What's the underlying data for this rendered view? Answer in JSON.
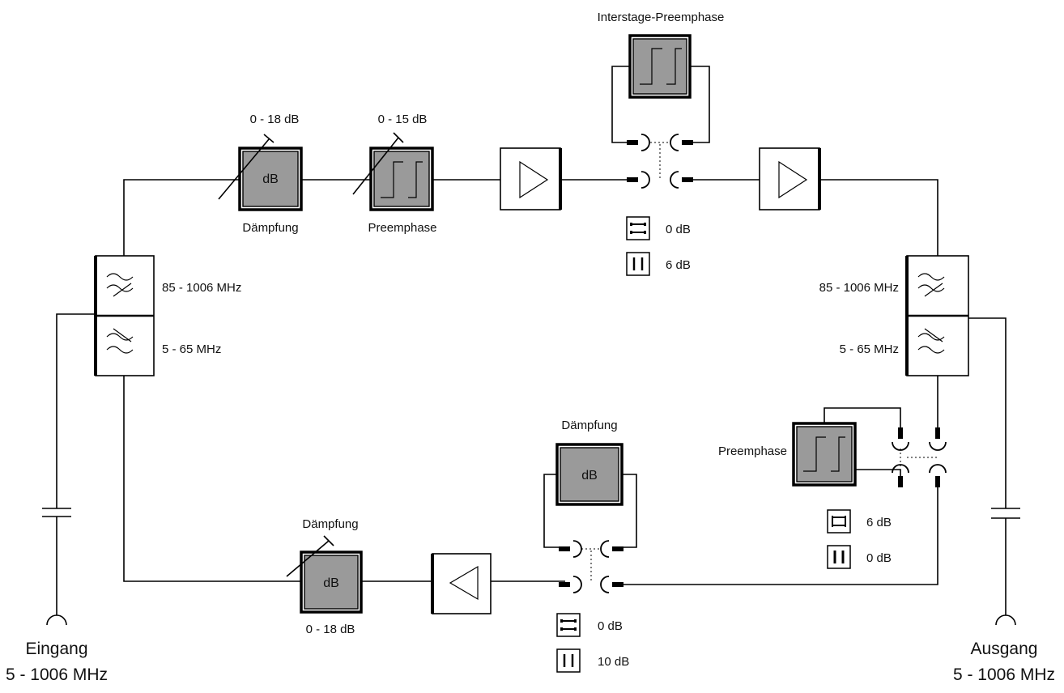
{
  "input": {
    "title": "Eingang",
    "range": "5 - 1006 MHz"
  },
  "output": {
    "title": "Ausgang",
    "range": "5 - 1006 MHz"
  },
  "filters": {
    "left_high": "85 - 1006 MHz",
    "left_low": "5 - 65 MHz",
    "right_high": "85 - 1006 MHz",
    "right_low": "5 - 65 MHz"
  },
  "forward_path": {
    "attenuator": {
      "range": "0 - 18 dB",
      "label": "Dämpfung",
      "symbol": "dB"
    },
    "preemphasis": {
      "range": "0 - 15 dB",
      "label": "Preemphase"
    },
    "interstage": {
      "label": "Interstage-Preemphase"
    },
    "jumper_options": [
      {
        "value": "0 dB",
        "icon": "jumper-straight-icon"
      },
      {
        "value": "6 dB",
        "icon": "jumper-cross-icon"
      }
    ]
  },
  "return_path": {
    "attenuator": {
      "range": "0 - 18 dB",
      "label": "Dämpfung",
      "symbol": "dB"
    },
    "plugin_attenuator": {
      "label": "Dämpfung",
      "symbol": "dB"
    },
    "jumper_options": [
      {
        "value": "0 dB",
        "icon": "jumper-straight-icon"
      },
      {
        "value": "10 dB",
        "icon": "jumper-cross-icon"
      }
    ],
    "preemphasis": {
      "label": "Preemphase"
    },
    "preemphasis_options": [
      {
        "value": "6 dB",
        "icon": "jumper-straight-icon"
      },
      {
        "value": "0 dB",
        "icon": "jumper-cross-icon"
      }
    ]
  }
}
